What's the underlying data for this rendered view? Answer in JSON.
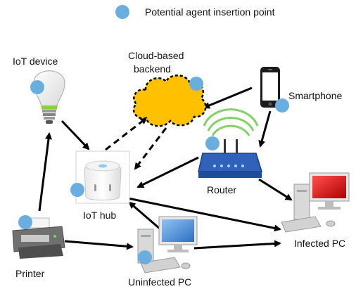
{
  "legend": {
    "text": "Potential agent insertion point",
    "marker_color": "#6aaee0"
  },
  "nodes": {
    "iot_device": {
      "label": "IoT device",
      "icon": "light-bulb-icon"
    },
    "cloud": {
      "label_line1": "Cloud-based",
      "label_line2": "backend",
      "icon": "cloud-icon",
      "fill": "#ffc000"
    },
    "smartphone": {
      "label": "Smartphone",
      "icon": "smartphone-icon"
    },
    "router": {
      "label": "Router",
      "icon": "router-icon"
    },
    "iot_hub": {
      "label": "IoT hub",
      "icon": "iot-hub-icon"
    },
    "infected_pc": {
      "label": "Infected PC",
      "icon": "infected-pc-icon",
      "screen_color": "#e02020"
    },
    "printer": {
      "label": "Printer",
      "icon": "printer-icon"
    },
    "uninfected_pc": {
      "label": "Uninfected PC",
      "icon": "uninfected-pc-icon",
      "screen_color": "#4a8fd6"
    }
  },
  "connections": [
    {
      "from": "iot_device",
      "to": "iot_hub",
      "style": "solid"
    },
    {
      "from": "printer",
      "to": "iot_device",
      "style": "solid"
    },
    {
      "from": "smartphone",
      "to": "cloud",
      "style": "solid"
    },
    {
      "from": "smartphone",
      "to": "router",
      "style": "solid"
    },
    {
      "from": "iot_hub",
      "to": "cloud",
      "style": "dashed"
    },
    {
      "from": "cloud",
      "to": "iot_hub",
      "style": "dashed"
    },
    {
      "from": "router",
      "to": "iot_hub",
      "style": "solid"
    },
    {
      "from": "router",
      "to": "infected_pc",
      "style": "solid"
    },
    {
      "from": "iot_hub",
      "to": "infected_pc",
      "style": "solid"
    },
    {
      "from": "uninfected_pc",
      "to": "iot_hub",
      "style": "solid"
    },
    {
      "from": "printer",
      "to": "uninfected_pc",
      "style": "solid"
    },
    {
      "from": "uninfected_pc",
      "to": "infected_pc",
      "style": "solid"
    }
  ]
}
